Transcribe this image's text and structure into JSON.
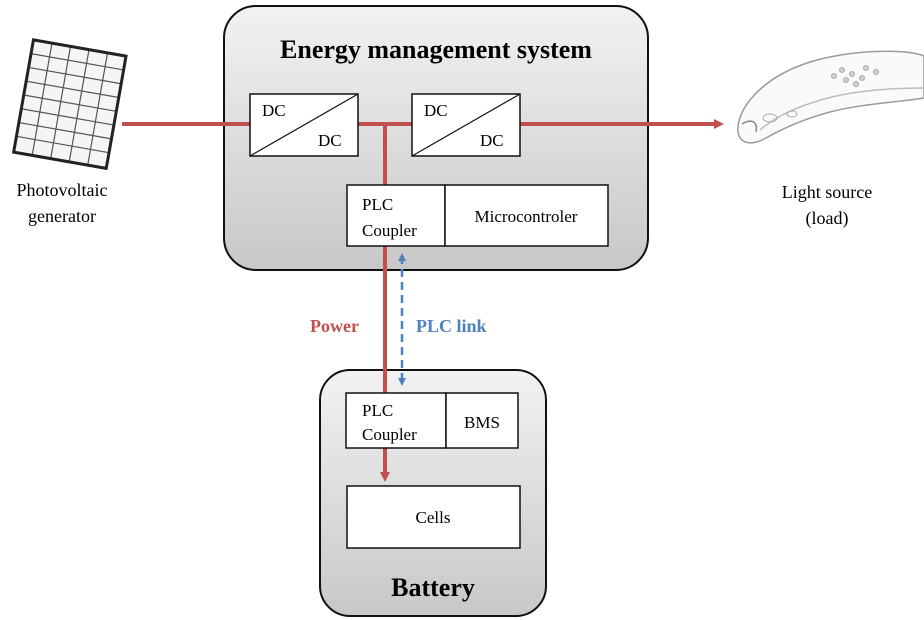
{
  "ems": {
    "title": "Energy management system"
  },
  "converter1": {
    "top": "DC",
    "bottom": "DC"
  },
  "converter2": {
    "top": "DC",
    "bottom": "DC"
  },
  "ems_coupler": {
    "line1": "PLC",
    "line2": "Coupler"
  },
  "microcontroller": {
    "label": "Microcontroler"
  },
  "pv": {
    "line1": "Photovoltaic",
    "line2": "generator"
  },
  "light": {
    "line1": "Light source",
    "line2": "(load)"
  },
  "power_label": "Power",
  "plc_link_label": "PLC link",
  "battery": {
    "title": "Battery"
  },
  "battery_coupler": {
    "line1": "PLC",
    "line2": "Coupler"
  },
  "bms": {
    "label": "BMS"
  },
  "cells": {
    "label": "Cells"
  },
  "colors": {
    "power": "#c0504d",
    "plc_link": "#4f81bd",
    "box_fill": "#d9d9d9"
  }
}
